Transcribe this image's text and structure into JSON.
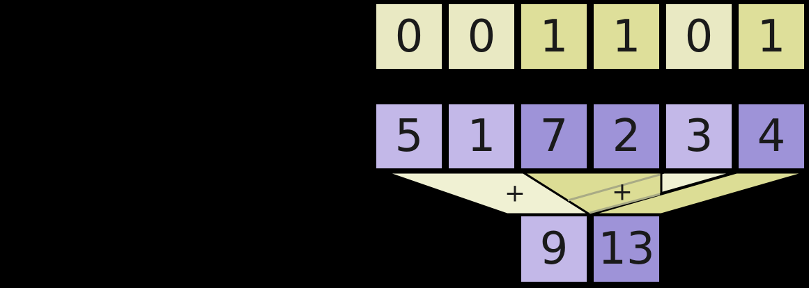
{
  "diagram": {
    "mask_row": {
      "cells": [
        {
          "value": "0",
          "active": false
        },
        {
          "value": "0",
          "active": false
        },
        {
          "value": "1",
          "active": true
        },
        {
          "value": "1",
          "active": true
        },
        {
          "value": "0",
          "active": false
        },
        {
          "value": "1",
          "active": true
        }
      ]
    },
    "value_row": {
      "cells": [
        {
          "value": "5",
          "selected": false
        },
        {
          "value": "1",
          "selected": false
        },
        {
          "value": "7",
          "selected": true
        },
        {
          "value": "2",
          "selected": true
        },
        {
          "value": "3",
          "selected": false
        },
        {
          "value": "4",
          "selected": true
        }
      ]
    },
    "result_row": {
      "cells": [
        {
          "value": "9",
          "selected": false
        },
        {
          "value": "13",
          "selected": true
        }
      ]
    },
    "operators": {
      "plus_left": "+",
      "plus_right": "+"
    },
    "colors": {
      "background": "#000000",
      "mask_inactive_fill": "#e9e9c3",
      "mask_active_fill": "#dedf9a",
      "value_unselected_fill": "#c3b8e8",
      "value_selected_fill": "#9e93d8",
      "funnel_light_fill": "#f0f1d3",
      "funnel_dark_fill": "#dcdd95",
      "overlap_stripe": "#a9ab85",
      "digit_color": "#1a1a1a",
      "outline": "#000000"
    }
  }
}
